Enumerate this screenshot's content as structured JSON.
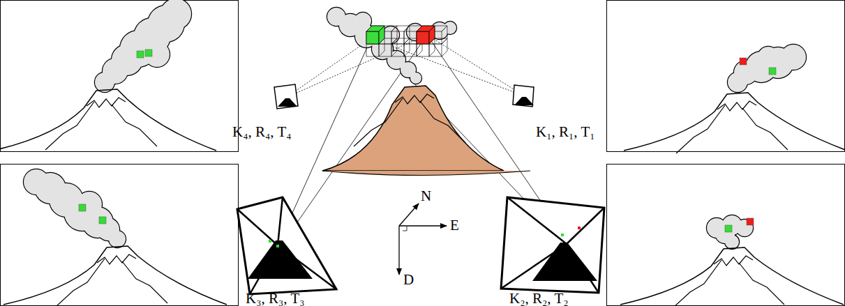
{
  "diagram": {
    "labels": [
      "K₄, R₄, T₄",
      "K₁, R₁, T₁",
      "K₃, R₃, T₃",
      "K₂, R₂, T₂",
      "N",
      "E",
      "D"
    ]
  }
}
